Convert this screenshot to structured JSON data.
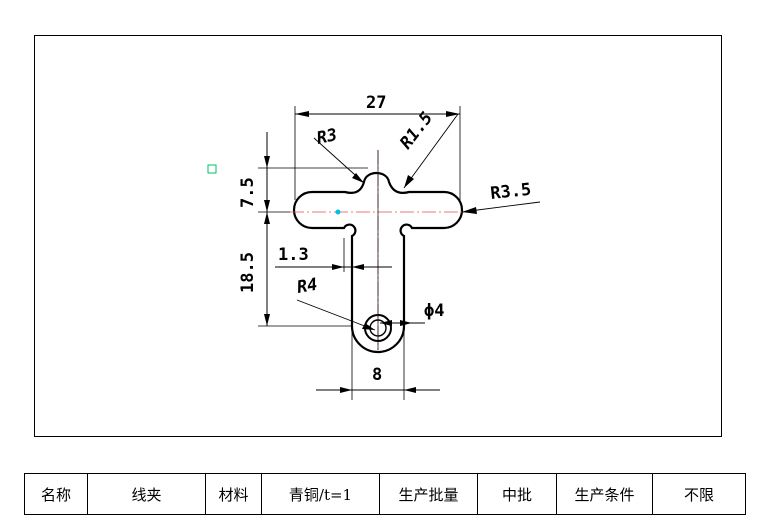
{
  "drawing": {
    "dimensions": {
      "width_27": "27",
      "radius_r3": "R3",
      "radius_r1_5": "R1.5",
      "radius_r3_5": "R3.5",
      "height_7_5": "7.5",
      "height_18_5": "18.5",
      "slot_1_3": "1.3",
      "radius_r4": "R4",
      "hole_dia_4": "ϕ4",
      "width_8": "8"
    },
    "colors": {
      "outline": "#000000",
      "centerline": "#e05050",
      "marker": "#00c060",
      "point": "#00c0e0"
    }
  },
  "table": {
    "cells": [
      "名称",
      "线夹",
      "材料",
      "青铜/t=1",
      "生产批量",
      "中批",
      "生产条件",
      "不限"
    ]
  }
}
